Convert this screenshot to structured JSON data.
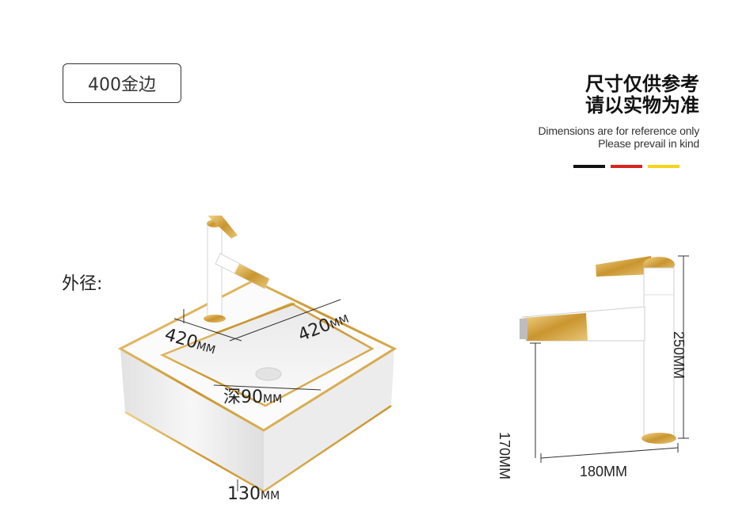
{
  "badge": {
    "label": "400金边"
  },
  "header": {
    "cn_line1": "尺寸仅供参考",
    "cn_line2": "请以实物为准",
    "en_line1": "Dimensions are for reference only",
    "en_line2": "Please prevail in kind"
  },
  "stripes": {
    "colors": [
      "#111111",
      "#d9231f",
      "#f3d51a"
    ]
  },
  "basin": {
    "label": "外径:",
    "width_num": "420",
    "width_unit": "MM",
    "length_num": "420",
    "length_unit": "MM",
    "depth_prefix": "深",
    "depth_num": "90",
    "depth_unit": "MM",
    "height_num": "130",
    "height_unit": "MM"
  },
  "faucet": {
    "height_total": "250MM",
    "height_spout": "170MM",
    "reach": "180MM"
  },
  "colors": {
    "gold": "#d4a63f",
    "white": "#ffffff",
    "ceramic_shadow": "#dcdcdc"
  }
}
